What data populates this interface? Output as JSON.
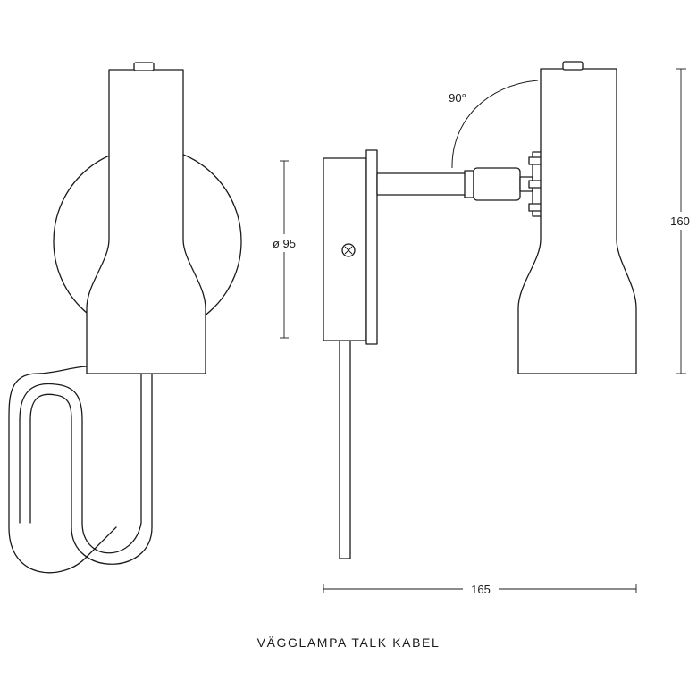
{
  "labels": {
    "angle": "90°",
    "diameter": "ø 95",
    "height": "160",
    "depth": "165"
  },
  "title": "VÄGGLAMPA TALK KABEL"
}
